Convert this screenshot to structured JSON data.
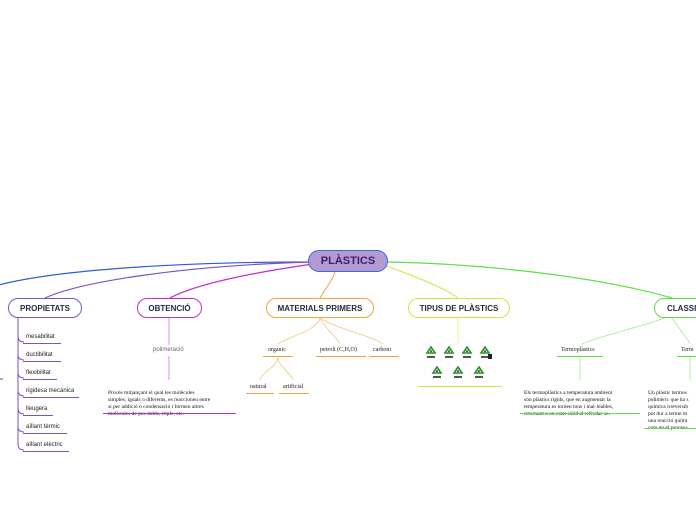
{
  "root": {
    "label": "PLÀSTICS"
  },
  "colors": {
    "blue": "#2d5bd8",
    "magenta": "#c02ccc",
    "orange": "#f1a33a",
    "yellow": "#d8e23a",
    "green": "#5ee040",
    "violet": "#7a52c8"
  },
  "propietats": {
    "label": "PROPIETATS",
    "items": [
      "mesabilitat",
      "ductibilitat",
      "flexibilitat",
      "rigidesa mecànica",
      "lleugera",
      "aïllant tèrmic",
      "aïllant elèctric"
    ]
  },
  "obtencio": {
    "label": "OBTENCIÓ",
    "sub": "polimeració",
    "description": [
      "Procés mitjançant el qual les molècules",
      "simples, iguals o diferents, es reaccionen entre",
      "si per addició o condensació i formen altres",
      "molècules de pes doble, triple, etc."
    ]
  },
  "materials": {
    "label": "MATERIALS PRIMERS",
    "items": [
      "organic",
      "petroli (C,H,O)",
      "carboni"
    ],
    "organic_sub": [
      "natural",
      "artificial"
    ]
  },
  "tipus": {
    "label": "TIPUS DE PLÀSTICS",
    "icons": [
      "recycle-icon-1",
      "recycle-icon-2",
      "recycle-icon-3",
      "recycle-icon-4",
      "recycle-icon-5",
      "recycle-icon-6",
      "recycle-icon-7"
    ]
  },
  "classificacio": {
    "label": "CLASSI",
    "termoplastics": {
      "label": "Termoplàstics",
      "description": [
        "Els termoplàstics a temperatura ambient",
        "són plàstics rígids, que en augmentar la",
        "temperatura es tornen tous i mal·leables,",
        "retornant a un estat sòlid al refredar-se."
      ]
    },
    "termo": {
      "label": "Term",
      "description": [
        "Un plàstic termos",
        "polimèric que ha s",
        "química irreversib",
        "pot dur a terme m",
        "una reacció quími",
        "com en el procesa"
      ]
    }
  }
}
